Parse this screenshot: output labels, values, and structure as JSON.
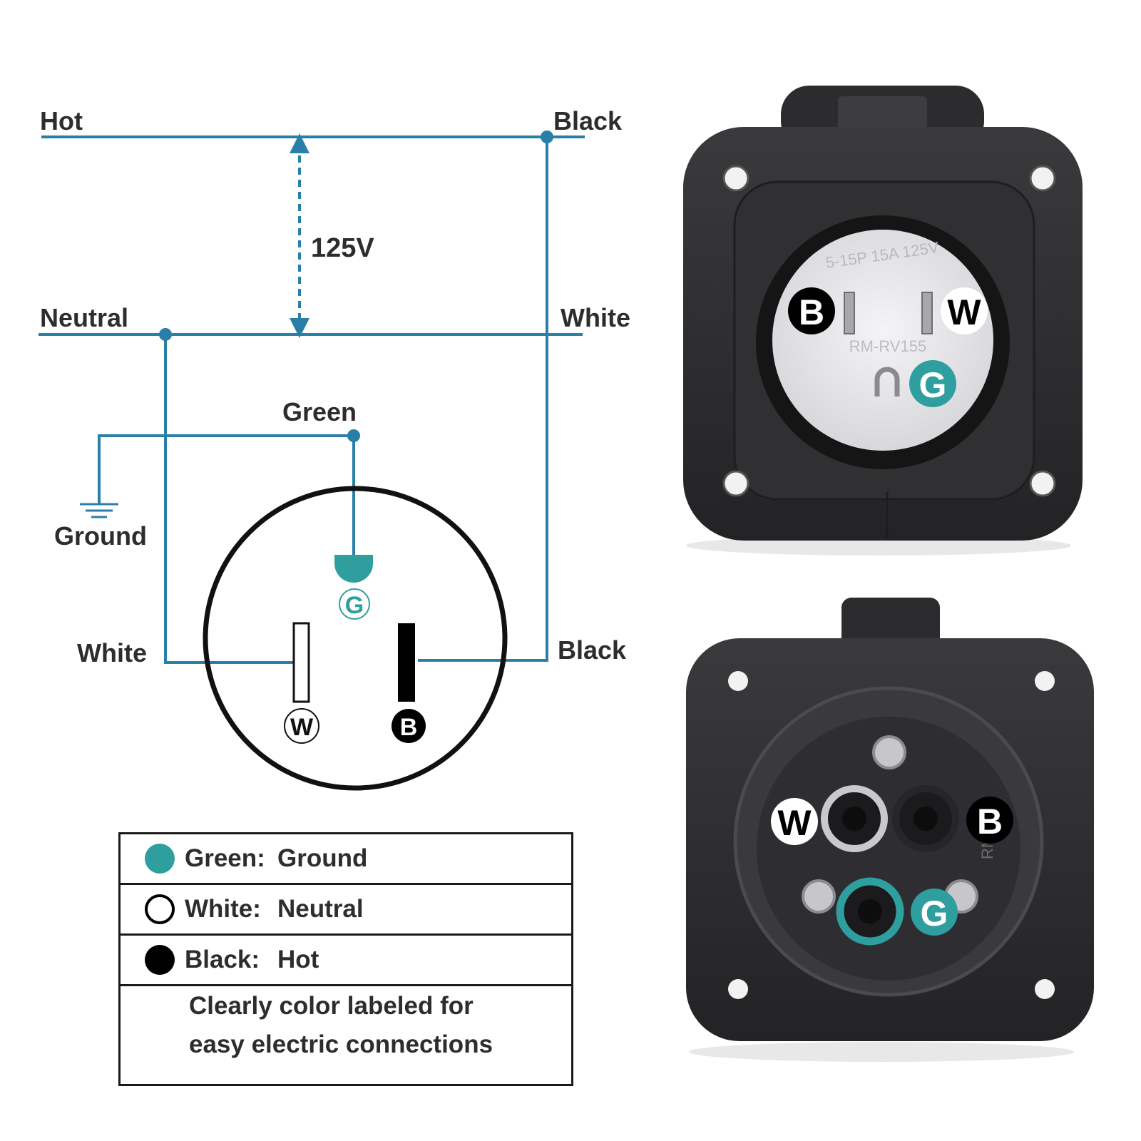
{
  "diagram": {
    "hot_label": "Hot",
    "neutral_label": "Neutral",
    "voltage_label": "125V",
    "top_black_label": "Black",
    "top_white_label": "White",
    "green_label": "Green",
    "ground_label": "Ground",
    "bottom_white_label": "White",
    "bottom_black_label": "Black",
    "pin_g": "G",
    "pin_w": "W",
    "pin_b": "B"
  },
  "legend": {
    "rows": [
      {
        "key": "Green:",
        "value": "Ground",
        "color": "#2f9e9e"
      },
      {
        "key": "White:",
        "value": "Neutral",
        "color": "#ffffff"
      },
      {
        "key": "Black:",
        "value": "Hot",
        "color": "#000000"
      }
    ],
    "note_line1": "Clearly color labeled for",
    "note_line2": "easy electric connections"
  },
  "photo_top": {
    "badge_b": "B",
    "badge_w": "W",
    "badge_g": "G",
    "plug_text1": "5-15P  15A  125V",
    "plug_text2": "RM-RV155"
  },
  "photo_bottom": {
    "badge_w": "W",
    "badge_b": "B",
    "badge_g": "G",
    "side_text": "RM"
  },
  "colors": {
    "wire": "#2a7fa8",
    "ground_teal": "#2f9e9e",
    "text": "#2d2d2d",
    "housing": "#2b2b2d"
  }
}
